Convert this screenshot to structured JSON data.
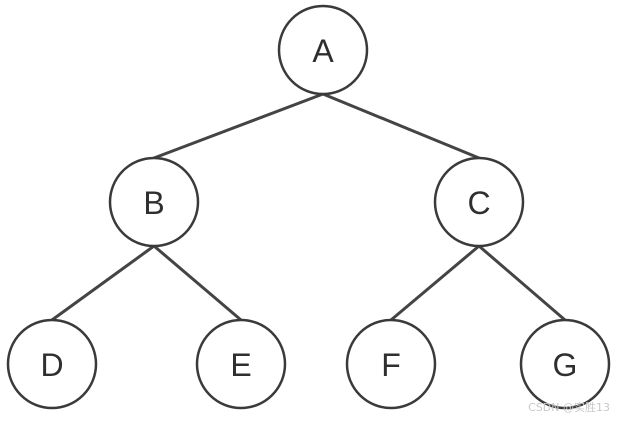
{
  "tree": {
    "nodes": [
      {
        "id": "A",
        "label": "A"
      },
      {
        "id": "B",
        "label": "B"
      },
      {
        "id": "C",
        "label": "C"
      },
      {
        "id": "D",
        "label": "D"
      },
      {
        "id": "E",
        "label": "E"
      },
      {
        "id": "F",
        "label": "F"
      },
      {
        "id": "G",
        "label": "G"
      }
    ],
    "edges": [
      {
        "from": "A",
        "to": "B"
      },
      {
        "from": "A",
        "to": "C"
      },
      {
        "from": "B",
        "to": "D"
      },
      {
        "from": "B",
        "to": "E"
      },
      {
        "from": "C",
        "to": "F"
      },
      {
        "from": "C",
        "to": "G"
      }
    ],
    "colors": {
      "edge": "#444444",
      "node_stroke": "#3a3a3a",
      "node_fill": "#ffffff",
      "label": "#2f2f2f"
    }
  },
  "watermark": "CSDN @实胜13"
}
